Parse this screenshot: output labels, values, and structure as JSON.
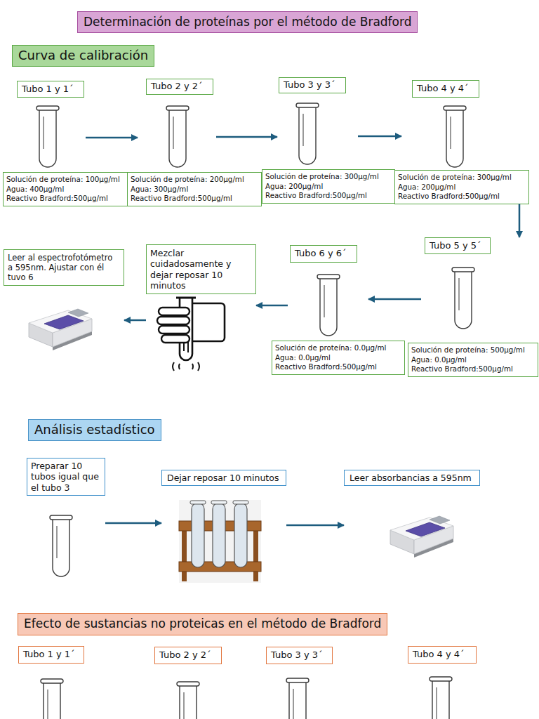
{
  "diagram": {
    "title": "Determinación de proteínas por el método de Bradford",
    "nodes": [
      {
        "text": [
          "Curva de calibración"
        ]
      },
      {
        "text": [
          "Tubo 1 y 1´"
        ]
      },
      {
        "text": [
          "Tubo 2 y 2´"
        ]
      },
      {
        "text": [
          "Tubo 3 y 3´"
        ]
      },
      {
        "text": [
          "Tubo 4 y 4´"
        ]
      },
      {
        "text": [
          "Solución de proteína: 100µg/ml",
          "Agua: 400µg/ml",
          "Reactivo Bradford:500µg/ml"
        ]
      },
      {
        "text": [
          "Solución de proteína: 200µg/ml",
          "Agua: 300µg/ml",
          "Reactivo Bradford:500µg/ml"
        ]
      },
      {
        "text": [
          "Solución de proteína: 300µg/ml",
          "Agua: 200µg/ml",
          "Reactivo Bradford:500µg/ml"
        ]
      },
      {
        "text": [
          "Solución de proteína: 300µg/ml",
          "Agua: 200µg/ml",
          "Reactivo Bradford:500µg/ml"
        ]
      },
      {
        "text": [
          "Tubo 5 y 5´"
        ]
      },
      {
        "text": [
          "Solución de proteína: 500µg/ml",
          "Agua: 0.0µg/ml",
          "Reactivo Bradford:500µg/ml"
        ]
      },
      {
        "text": [
          "Tubo 6 y 6´"
        ]
      },
      {
        "text": [
          "Solución de proteína: 0.0µg/ml",
          "Agua: 0.0µg/ml",
          "Reactivo Bradford:500µg/ml"
        ]
      },
      {
        "text": [
          "Mezclar cuidadosamente y dejar reposar 10 minutos"
        ]
      },
      {
        "text": [
          "Leer al espectrofotómetro a 595nm. Ajustar con él tuvo 6"
        ]
      },
      {
        "text": [
          "Análisis estadístico"
        ]
      },
      {
        "text": [
          "Preparar 10 tubos igual que el tubo 3"
        ]
      },
      {
        "text": [
          "Dejar reposar 10 minutos"
        ]
      },
      {
        "text": [
          "Leer absorbancias a 595nm"
        ]
      },
      {
        "text": [
          "Efecto de sustancias no proteicas en el método de Bradford"
        ]
      },
      {
        "text": [
          "Tubo 1 y 1´"
        ]
      },
      {
        "text": [
          "Tubo 2 y 2´"
        ]
      },
      {
        "text": [
          "Tubo 3 y 3´"
        ]
      },
      {
        "text": [
          "Tubo 4 y 4´"
        ]
      }
    ],
    "edges": [
      {
        "from": 1,
        "to": 2,
        "arrow": "to"
      },
      {
        "from": 2,
        "to": 3,
        "arrow": "to"
      },
      {
        "from": 3,
        "to": 4,
        "arrow": "to"
      },
      {
        "from": 8,
        "to": 9,
        "arrow": "to"
      },
      {
        "from": 9,
        "to": 11,
        "arrow": "to"
      },
      {
        "from": 11,
        "to": 13,
        "arrow": "to"
      },
      {
        "from": 13,
        "to": 14,
        "arrow": "to"
      },
      {
        "from": 16,
        "to": 17,
        "arrow": "to"
      },
      {
        "from": 17,
        "to": 18,
        "arrow": "to"
      }
    ]
  }
}
